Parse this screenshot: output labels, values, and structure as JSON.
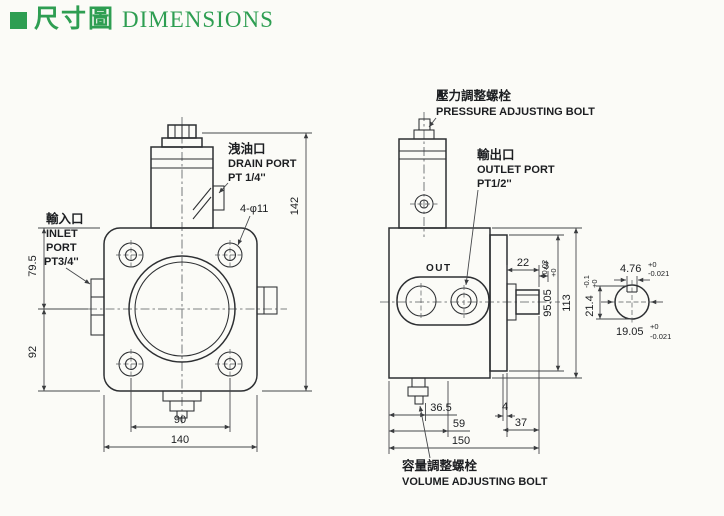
{
  "title": {
    "cjk": "尺寸圖",
    "en": "DIMENSIONS",
    "accent_color": "#2e9e52"
  },
  "front_view": {
    "callouts": {
      "drain_cjk": "洩油口",
      "drain_en": "DRAIN PORT",
      "drain_size": "PT 1/4''",
      "inlet_cjk": "輸入口",
      "inlet_en1": "INLET",
      "inlet_en2": "PORT",
      "inlet_size": "PT3/4''",
      "bolt_holes": "4-φ11"
    },
    "dims": {
      "height": "142",
      "upper_left": "79.5",
      "lower_left": "92",
      "bolt_span": "90",
      "width": "140"
    }
  },
  "side_view": {
    "callouts": {
      "pressure_cjk": "壓力調整螺栓",
      "pressure_en": "PRESSURE ADJUSTING BOLT",
      "outlet_cjk": "輸出口",
      "outlet_en": "OUTLET PORT",
      "outlet_size": "PT1/2''",
      "volume_cjk": "容量調整螺栓",
      "volume_en": "VOLUME ADJUSTING BOLT",
      "out_marking": "OUT"
    },
    "dims": {
      "shaft_len": "22",
      "key_offset": "3",
      "bolt_offset": "36.5",
      "port_offset": "59",
      "total_len": "150",
      "flange_gap": "4",
      "shaft_ext": "37",
      "body_height": "113",
      "flange_height": "95.05",
      "flange_tol_p": "+0",
      "flange_tol_m": "-0.02",
      "key_w": "4.76",
      "key_w_tol_p": "+0",
      "key_w_tol_m": "-0.021",
      "key_h": "21.4",
      "key_h_tol_p": "+0",
      "key_h_tol_m": "-0.1",
      "shaft_d": "19.05",
      "shaft_d_tol_p": "+0",
      "shaft_d_tol_m": "-0.021"
    }
  }
}
